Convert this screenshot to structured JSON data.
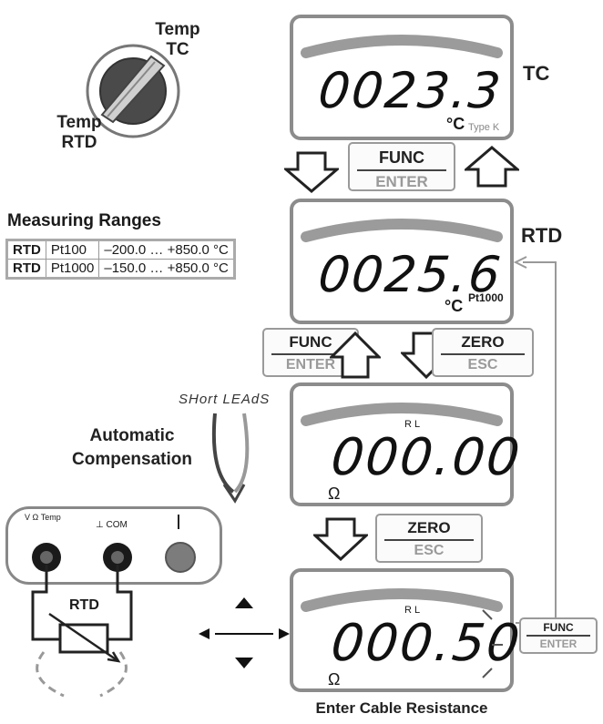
{
  "dial": {
    "label_tc_line1": "Temp",
    "label_tc_line2": "TC",
    "label_rtd_line1": "Temp",
    "label_rtd_line2": "RTD"
  },
  "measuring_ranges": {
    "title": "Measuring Ranges",
    "rows": [
      {
        "type": "RTD",
        "sensor": "Pt100",
        "range": "–200.0 … +850.0 °C"
      },
      {
        "type": "RTD",
        "sensor": "Pt1000",
        "range": "–150.0 … +850.0 °C"
      }
    ]
  },
  "displays": {
    "tc": {
      "reading": "0023.3",
      "unit": "°C",
      "sub": "Type K",
      "side_label": "TC"
    },
    "rtd": {
      "reading": "0025.6",
      "unit": "°C",
      "sub": "Pt1000",
      "side_label": "RTD"
    },
    "rl_short": {
      "indicator": "R L",
      "reading": "000.00",
      "unit": "Ω"
    },
    "rl_enter": {
      "indicator": "R L",
      "reading": "000.50",
      "unit": "Ω"
    }
  },
  "keys": {
    "func_enter_1": {
      "top": "FUNC",
      "bottom": "ENTER"
    },
    "func_enter_2": {
      "top": "FUNC",
      "bottom": "ENTER"
    },
    "zero_esc_1": {
      "top": "ZERO",
      "bottom": "ESC"
    },
    "zero_esc_2": {
      "top": "ZERO",
      "bottom": "ESC"
    },
    "func_enter_3": {
      "top": "FUNC",
      "bottom": "ENTER"
    }
  },
  "annotations": {
    "short_leads": "SHort LEAdS",
    "auto_comp_line1": "Automatic",
    "auto_comp_line2": "Compensation",
    "enter_cable": "Enter Cable Resistance"
  },
  "meter": {
    "jack1_label": "V Ω Temp",
    "jack2_label": "⊥ COM",
    "rtd_label": "RTD"
  },
  "colors": {
    "frame": "#8c8c8c",
    "arc": "#9b9b9b",
    "dial": "#555555",
    "jack_grey": "#7c7c7c"
  }
}
